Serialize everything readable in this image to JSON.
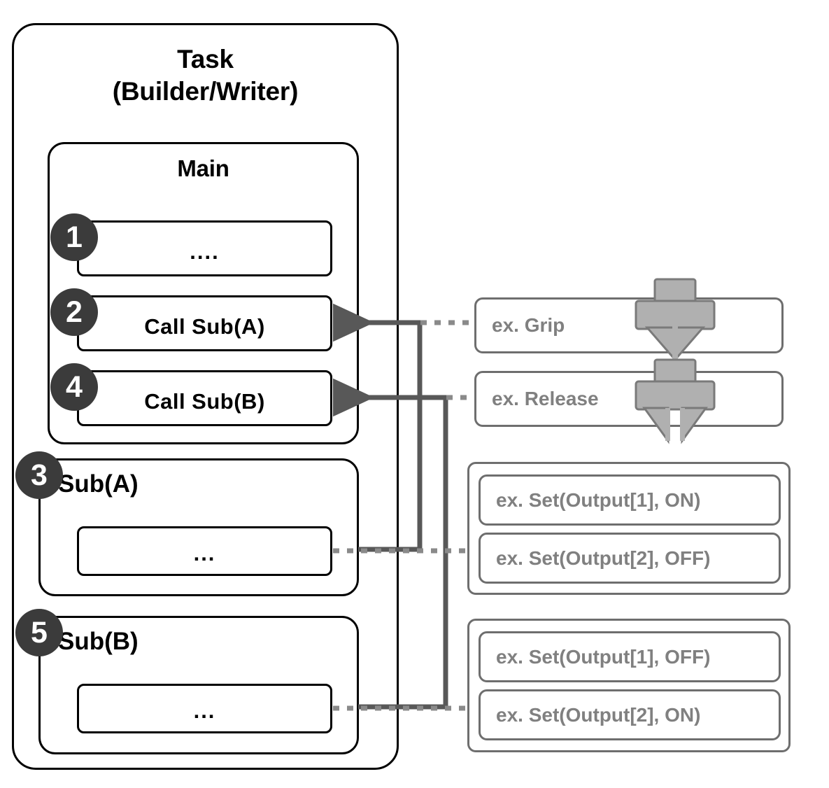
{
  "task": {
    "title_line1": "Task",
    "title_line2": "(Builder/Writer)"
  },
  "main": {
    "title": "Main",
    "steps": [
      {
        "badge": "1",
        "label": "...."
      },
      {
        "badge": "2",
        "label": "Call Sub(A)"
      },
      {
        "badge": "4",
        "label": "Call Sub(B)"
      }
    ]
  },
  "subroutines": [
    {
      "badge": "3",
      "title": "Sub(A)",
      "body": "..."
    },
    {
      "badge": "5",
      "title": "Sub(B)",
      "body": "..."
    }
  ],
  "examples": {
    "actions": [
      {
        "label": "ex. Grip",
        "icon": "gripper-closed-icon"
      },
      {
        "label": "ex. Release",
        "icon": "gripper-open-icon"
      }
    ],
    "groups": [
      {
        "items": [
          {
            "label": "ex. Set(Output[1], ON)"
          },
          {
            "label": "ex. Set(Output[2], OFF)"
          }
        ]
      },
      {
        "items": [
          {
            "label": "ex. Set(Output[1], OFF)"
          },
          {
            "label": "ex. Set(Output[2], ON)"
          }
        ]
      }
    ]
  },
  "colors": {
    "outline_black": "#000000",
    "outline_gray": "#6e6e6e",
    "badge_fill": "#3b3b3b",
    "badge_text": "#ffffff",
    "example_text": "#808080",
    "connector_solid": "#585858",
    "connector_dotted": "#8a8a8a",
    "gripper_fill": "#b0b0b0",
    "gripper_stroke": "#7a7a7a"
  }
}
